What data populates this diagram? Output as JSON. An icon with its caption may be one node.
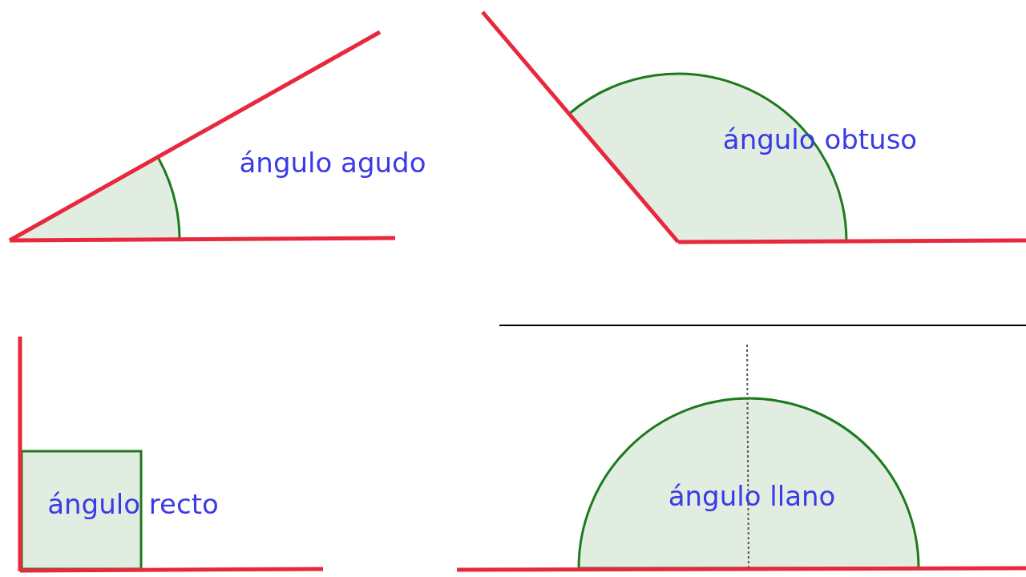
{
  "diagram": {
    "labels": [
      "ángulo agudo",
      "ángulo obtuso",
      "ángulo recto",
      "ángulo llano"
    ]
  }
}
